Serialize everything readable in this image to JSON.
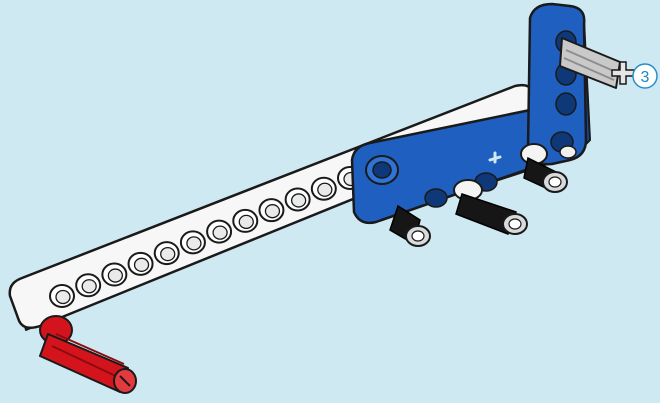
{
  "colors": {
    "background": "#cfe9f3",
    "beam_white": "#f7f7f7",
    "beam_shadow": "#d7dadc",
    "beam_blue": "#1f5fbf",
    "beam_blue_dark": "#154a9a",
    "pin_black": "#161616",
    "pin_tip_gray": "#d9dadb",
    "axle_gray": "#c9c9c9",
    "peg_red": "#d4141c",
    "callout_border": "#2a8fc7",
    "callout_text": "#1a88c3",
    "outline": "#1a1a1a"
  },
  "parts": {
    "white_beam": "white-liftarm",
    "blue_beam_horizontal": "blue-liftarm",
    "blue_beam_vertical": "blue-l-liftarm",
    "black_pins": "black-friction-pin",
    "red_pin": "red-axle-pin",
    "gray_axle": "gray-axle"
  },
  "callout": {
    "quantity": "3"
  }
}
